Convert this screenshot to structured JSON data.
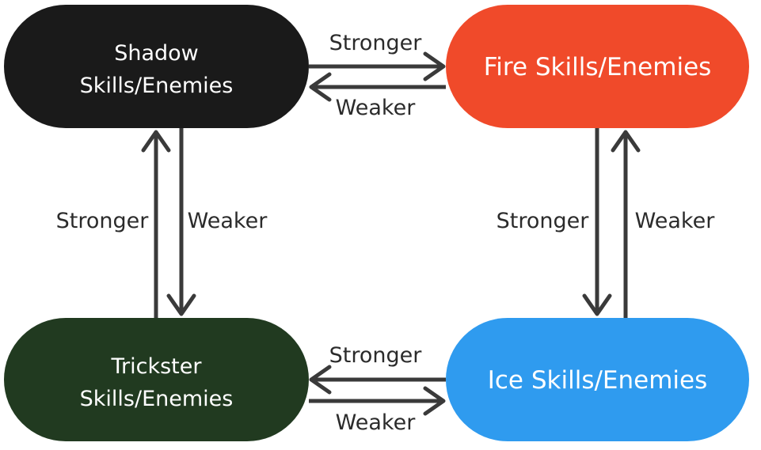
{
  "nodes": {
    "shadow": {
      "line1": "Shadow",
      "line2": "Skills/Enemies",
      "color": "#1a1a1a"
    },
    "fire": {
      "label": "Fire Skills/Enemies",
      "color": "#f04a2a"
    },
    "trickster": {
      "line1": "Trickster",
      "line2": "Skills/Enemies",
      "color": "#213a20"
    },
    "ice": {
      "label": "Ice Skills/Enemies",
      "color": "#2f9bef"
    }
  },
  "edges": {
    "shadow_to_fire": "Stronger",
    "fire_to_shadow": "Weaker",
    "trickster_to_shadow": "Stronger",
    "shadow_to_trickster": "Weaker",
    "fire_to_ice": "Stronger",
    "ice_to_fire": "Weaker",
    "ice_to_trickster": "Stronger",
    "trickster_to_ice": "Weaker"
  }
}
